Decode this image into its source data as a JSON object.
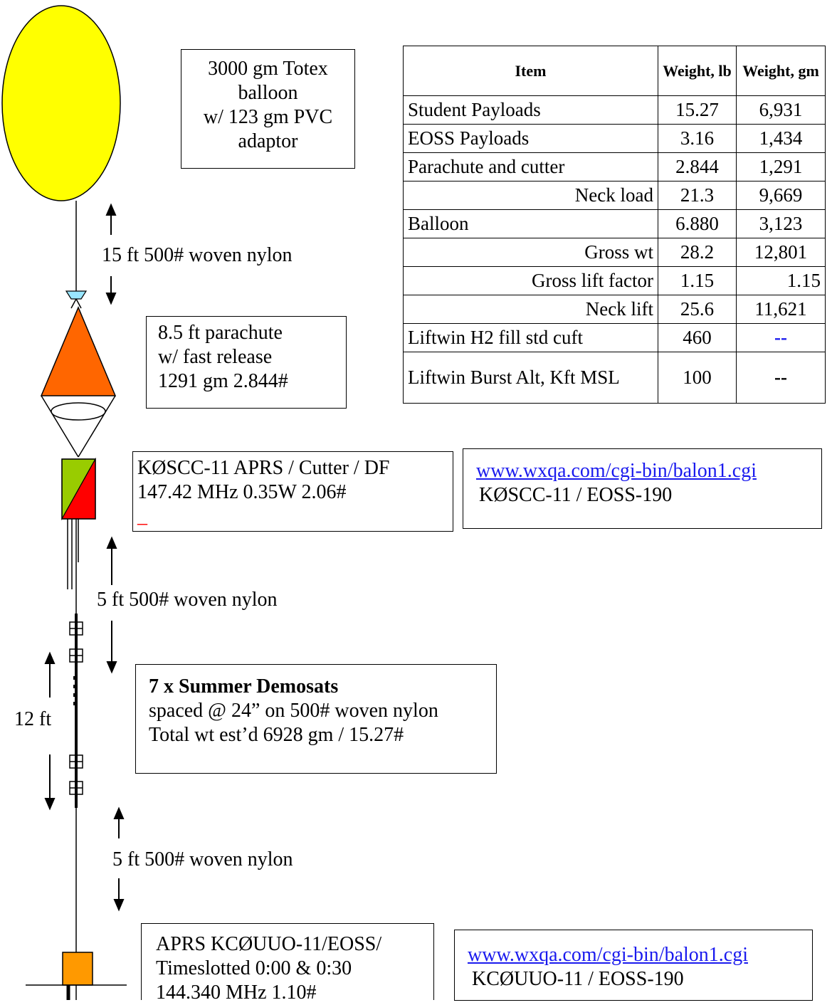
{
  "labels": {
    "balloon_box": [
      "3000 gm Totex",
      "balloon",
      "w/ 123 gm PVC",
      "adaptor"
    ],
    "tether1": "15 ft 500# woven nylon",
    "parachute_box": [
      "8.5 ft parachute",
      "w/ fast release",
      "1291 gm 2.844#"
    ],
    "aprs1_box": [
      "KØSCC-11 APRS / Cutter / DF",
      "147.42 MHz  0.35W 2.06#",
      "_"
    ],
    "link1_box": {
      "url": "www.wxqa.com/cgi-bin/balon1.cgi",
      "text": "KØSCC-11 / EOSS-190"
    },
    "tether2": "5 ft 500# woven nylon",
    "demosat_box": {
      "title": "7 x Summer Demosats",
      "line2": "spaced @ 24” on 500# woven nylon",
      "line3": "Total wt est’d 6928 gm / 15.27#"
    },
    "span": "12 ft",
    "tether3": "5 ft 500# woven nylon",
    "aprs2_box": [
      "APRS KCØUUO-11/EOSS/",
      "Timeslotted 0:00 & 0:30",
      "144.340 MHz  1.10#"
    ],
    "link2_box": {
      "url": "www.wxqa.com/cgi-bin/balon1.cgi",
      "text": "KCØUUO-11 / EOSS-190"
    }
  },
  "table": {
    "headers": [
      "Item",
      "Weight, lb",
      "Weight, gm"
    ],
    "rows": [
      {
        "item": "Student Payloads",
        "lb": "15.27",
        "gm": "6,931"
      },
      {
        "item": "EOSS Payloads",
        "lb": "3.16",
        "gm": "1,434"
      },
      {
        "item": "Parachute and cutter",
        "lb": "2.844",
        "gm": "1,291"
      },
      {
        "item": "Neck load",
        "lb": "21.3",
        "gm": "9,669"
      },
      {
        "item": "Balloon",
        "lb": "6.880",
        "gm": "3,123"
      },
      {
        "item": "Gross wt",
        "lb": "28.2",
        "gm": "12,801"
      },
      {
        "item": "Gross lift factor",
        "lb": "1.15",
        "gm": "1.15"
      },
      {
        "item": "Neck lift",
        "lb": "25.6",
        "gm": "11,621"
      },
      {
        "item": "Liftwin H2 fill std cuft",
        "lb": "460",
        "gm": "--"
      },
      {
        "item": "Liftwin Burst Alt, Kft MSL",
        "lb": "100",
        "gm": "--"
      }
    ]
  },
  "colors": {
    "balloon": "#ffff00",
    "adaptor": "#99e6ff",
    "parachute": "#ff6600",
    "tracker_green": "#99cc00",
    "tracker_red": "#ff0000",
    "tracker2": "#ff9900",
    "link": "#1a1aee"
  }
}
